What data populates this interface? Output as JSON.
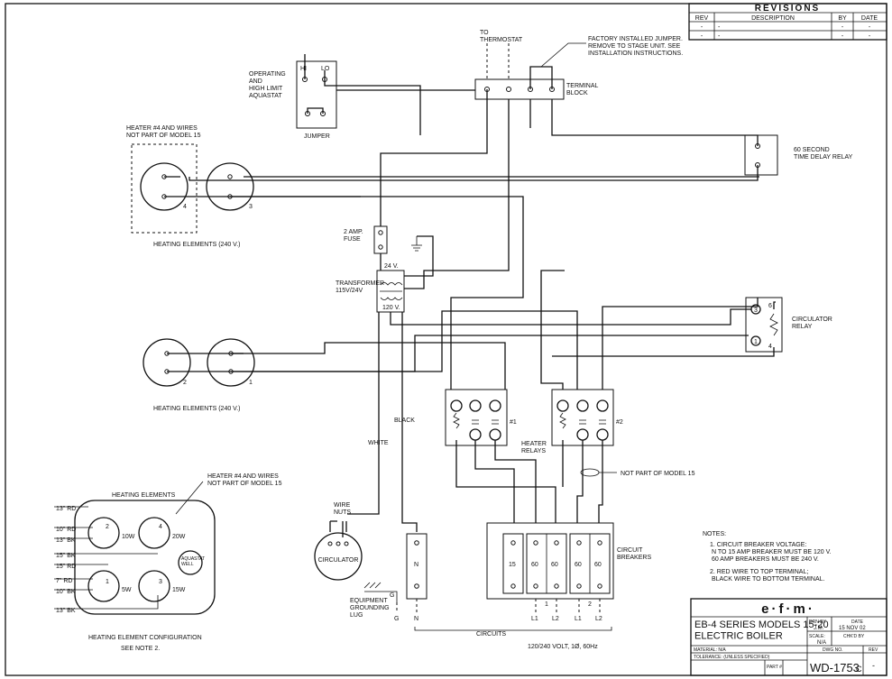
{
  "revisions": {
    "title": "REVISIONS",
    "headers": [
      "REV",
      "DESCRIPTION",
      "BY",
      "DATE"
    ],
    "rows": [
      [
        "-",
        "-",
        "-",
        "-"
      ],
      [
        "-",
        "-",
        "-",
        "-"
      ]
    ]
  },
  "labels": {
    "to_thermostat": "TO\nTHERMOSTAT",
    "factory_jumper": "FACTORY INSTALLED JUMPER.\nREMOVE TO STAGE UNIT. SEE\nINSTALLATION INSTRUCTIONS.",
    "terminal_block": "TERMINAL\nBLOCK",
    "aquastat": "OPERATING\nAND\nHIGH LIMIT\nAQUASTAT",
    "hi": "HI",
    "lo": "LO",
    "jumper": "JUMPER",
    "heater4_note": "HEATER #4 AND WIRES\nNOT PART OF MODEL 15",
    "heating_elements_top": "HEATING ELEMENTS (240 V.)",
    "heating_elements_mid": "HEATING ELEMENTS (240 V.)",
    "time_delay": "60 SECOND\nTIME DELAY RELAY",
    "fuse": "2 AMP.\nFUSE",
    "transformer": "TRANSFORMER\n115V/24V",
    "v24": "24 V.",
    "v120": "120 V.",
    "circulator_relay": "CIRCULATOR\nRELAY",
    "black": "BLACK",
    "white": "WHITE",
    "relay1": "#1",
    "relay2": "#2",
    "heater_relays": "HEATER\nRELAYS",
    "not_part": "NOT PART OF MODEL 15",
    "wire_nuts": "WIRE\nNUTS",
    "circulator": "CIRCULATOR",
    "circuit_breakers": "CIRCUIT\nBREAKERS",
    "ground_lug": "EQUIPMENT\nGROUNDING\nLUG",
    "circuits": "CIRCUITS",
    "supply": "120/240 VOLT, 1Ø, 60Hz",
    "n": "N",
    "g": "G",
    "l1": "L1",
    "l2": "L2",
    "c1": "1",
    "c2": "2",
    "breaker_values": [
      "15",
      "60",
      "60",
      "60",
      "60"
    ],
    "elem_nums": [
      "4",
      "3",
      "2",
      "1"
    ],
    "relay_terms": [
      "6",
      "4",
      "3",
      "1"
    ]
  },
  "config": {
    "title": "HEATING ELEMENTS",
    "heater4_note": "HEATER #4 AND WIRES\nNOT PART OF MODEL 15",
    "wires": [
      "13\" RD",
      "10\" RD",
      "13\" BK",
      "15\" BK",
      "15\" RD",
      "7\" RD",
      "10\" BK",
      "13\" BK"
    ],
    "elements": [
      {
        "num": "2",
        "watt": "10W"
      },
      {
        "num": "4",
        "watt": "20W"
      },
      {
        "num": "1",
        "watt": "5W"
      },
      {
        "num": "3",
        "watt": "15W"
      }
    ],
    "aquastat_well": "AQUASTAT\nWELL",
    "caption": "HEATING ELEMENT CONFIGURATION",
    "see_note": "SEE NOTE 2."
  },
  "notes": {
    "heading": "NOTES:",
    "items": [
      "1. CIRCUIT BREAKER VOLTAGE:\n    N TO 15 AMP BREAKER MUST BE 120 V.\n    60 AMP BREAKERS MUST BE 240 V.",
      "2. RED WIRE TO TOP TERMINAL;\n    BLACK WIRE TO BOTTOM TERMINAL."
    ]
  },
  "title_block": {
    "logo": "e·f·m·",
    "title": "EB-4 SERIES MODELS 15-20\nELECTRIC BOILER",
    "drn_by_label": "DRN BY",
    "drn_by": "J.M.",
    "date_label": "DATE",
    "date": "15 NOV 02",
    "scale_label": "SCALE:",
    "scale": "N/A",
    "chk_label": "CHK'D BY",
    "material": "MATERIAL: N/A",
    "dwg_label": "DWG NO.",
    "dwg": "WD-1753",
    "dwg_rev_suffix": "C",
    "rev_label": "REV",
    "rev": "-",
    "tolerance": "TOLERANCE: (UNLESS SPECIFIED)",
    "part": "PART #"
  }
}
